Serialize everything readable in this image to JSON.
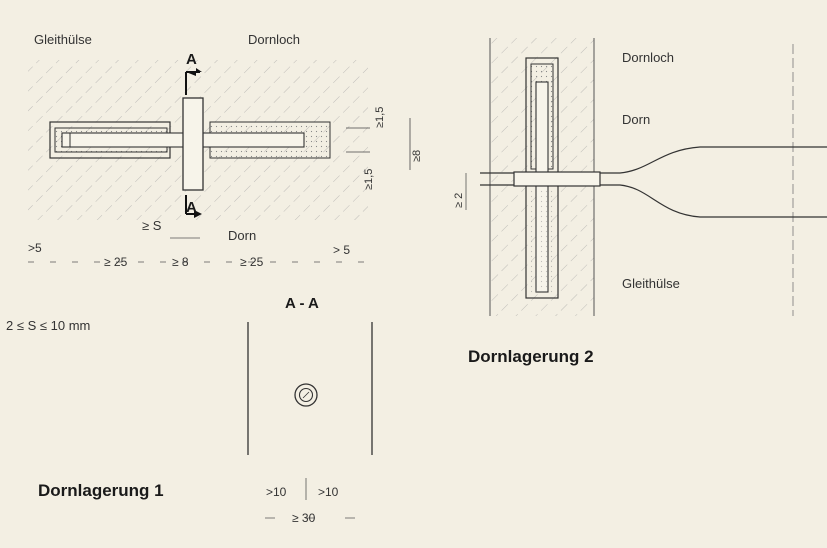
{
  "diagram1": {
    "label_sleeve": "Gleithülse",
    "label_hole": "Dornloch",
    "section_mark": "A",
    "dim_top": "≥1,5",
    "dim_right": "≥8",
    "dim_bottom": "≥1,5",
    "dim_s": "≥ S",
    "label_dowel": "Dorn",
    "dim_left_5": ">5",
    "dim_left_25": "≥ 25",
    "dim_mid_8": "≥ 8",
    "dim_right_25": "≥ 25",
    "dim_right_5": "> 5",
    "range": "2 ≤ S ≤ 10 mm",
    "section_title": "A - A",
    "sec_dim_left": ">10",
    "sec_dim_right": ">10",
    "sec_dim_total": "≥ 30",
    "caption": "Dornlagerung 1"
  },
  "diagram2": {
    "label_hole": "Dornloch",
    "label_dowel": "Dorn",
    "label_sleeve": "Gleithülse",
    "dim_gap": "≥ 2",
    "caption": "Dornlagerung 2"
  }
}
